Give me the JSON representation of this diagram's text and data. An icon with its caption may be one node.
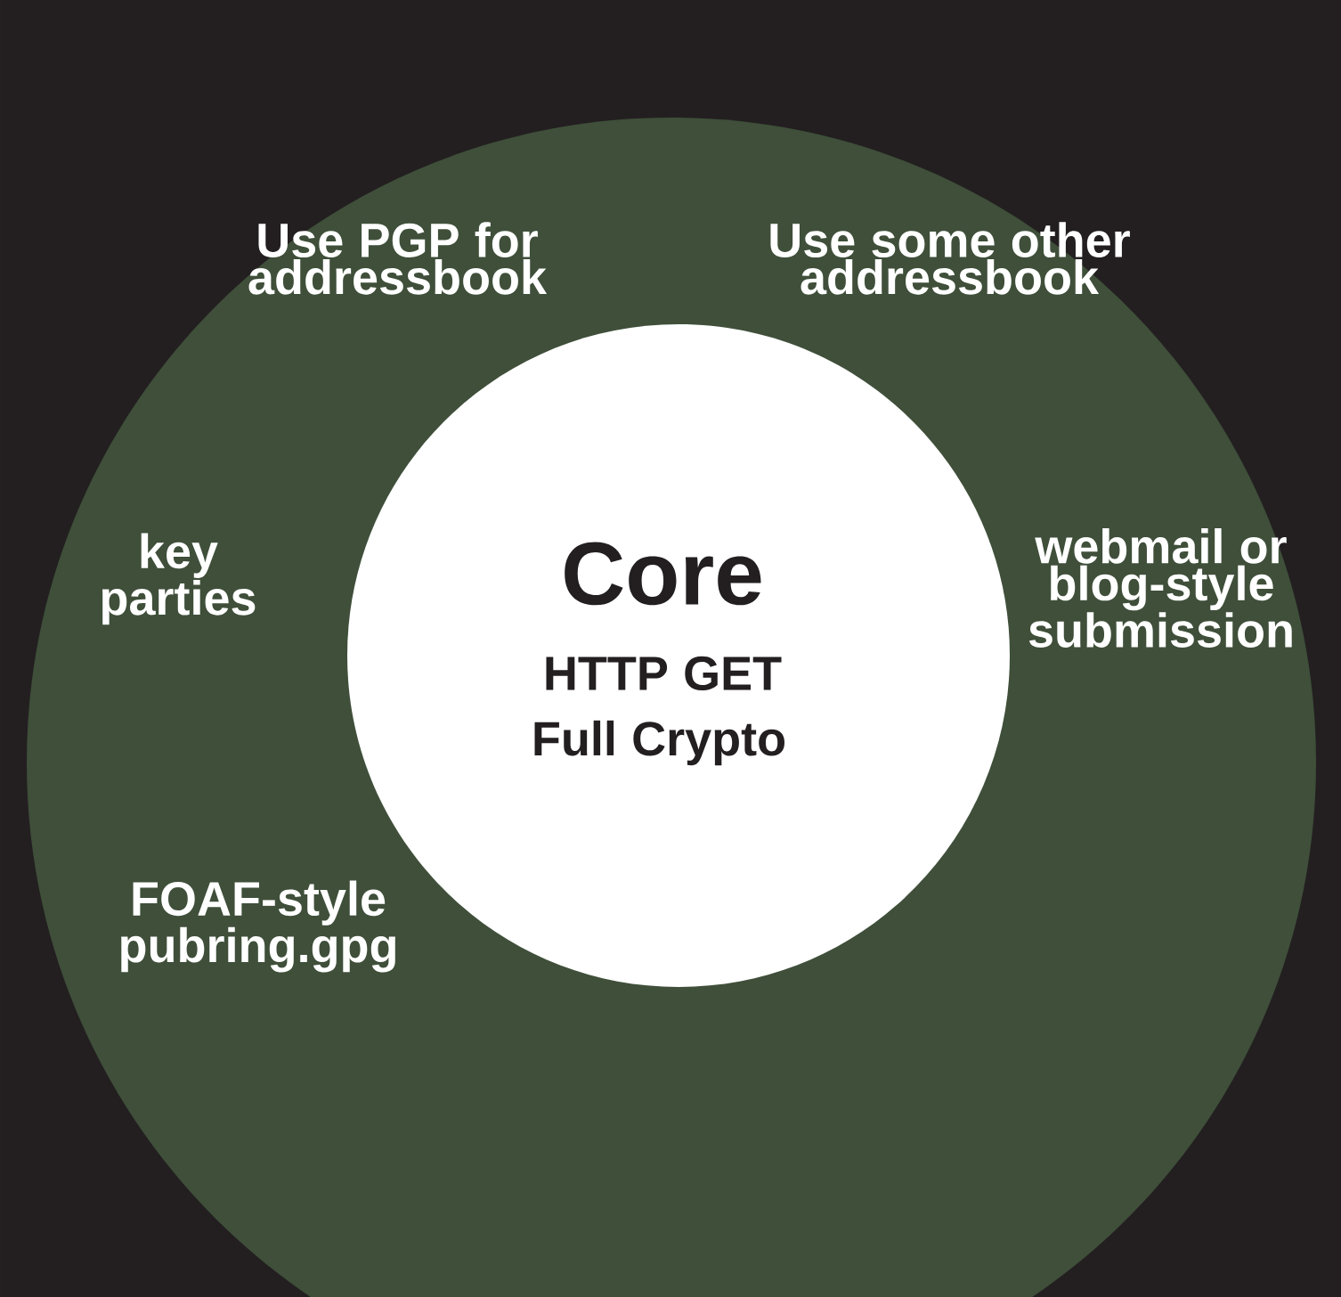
{
  "diagram": {
    "nodes": [
      {
        "text": [
          "Use PGP for addressbook",
          "Use some other addressbook",
          "key parties",
          "webmail or blog-style submission",
          "FOAF-style pubring.gpg"
        ]
      },
      {
        "text": [
          "Core",
          "HTTP GET",
          "Full Crypto"
        ],
        "in": 0
      }
    ]
  }
}
